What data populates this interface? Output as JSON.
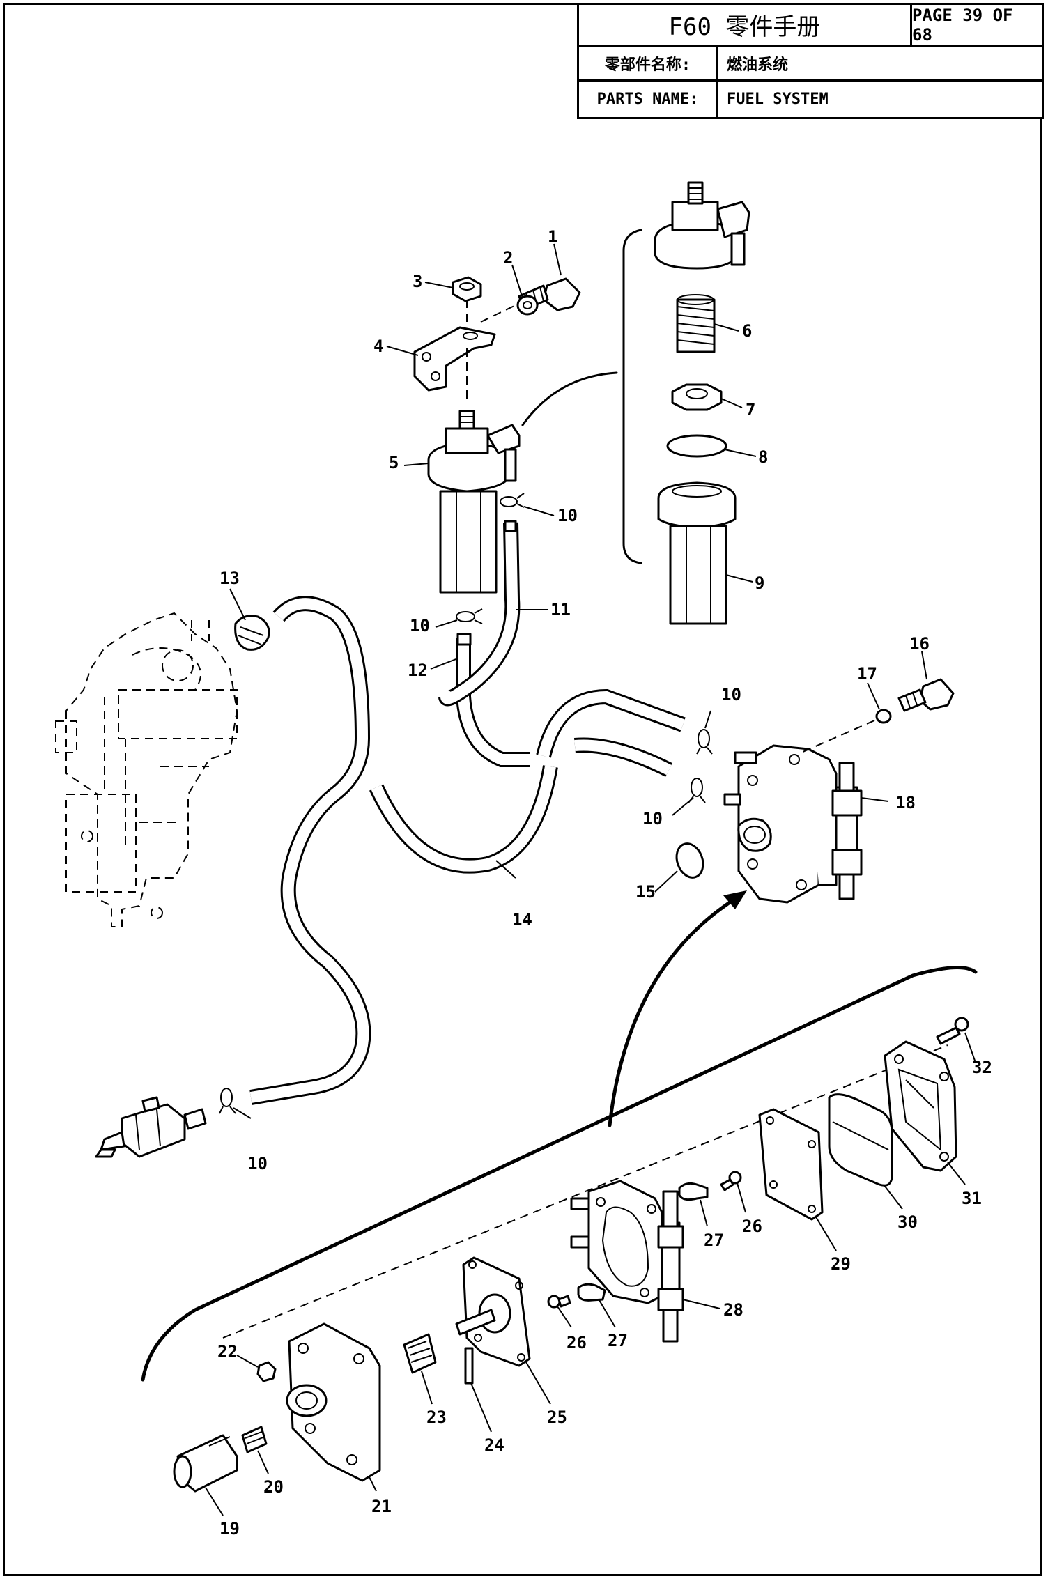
{
  "header": {
    "title": "F60 零件手册",
    "page": "PAGE 39 OF 68",
    "name_label_cn": "零部件名称:",
    "name_value_cn": "燃油系统",
    "name_label_en": "PARTS NAME:",
    "name_value_en": "FUEL SYSTEM"
  },
  "callouts": [
    "1",
    "2",
    "3",
    "4",
    "5",
    "6",
    "7",
    "8",
    "9",
    "10",
    "10",
    "10",
    "10",
    "10",
    "10",
    "11",
    "12",
    "13",
    "14",
    "15",
    "16",
    "17",
    "18",
    "19",
    "20",
    "21",
    "22",
    "23",
    "24",
    "25",
    "26",
    "26",
    "27",
    "27",
    "28",
    "29",
    "30",
    "31",
    "32"
  ]
}
